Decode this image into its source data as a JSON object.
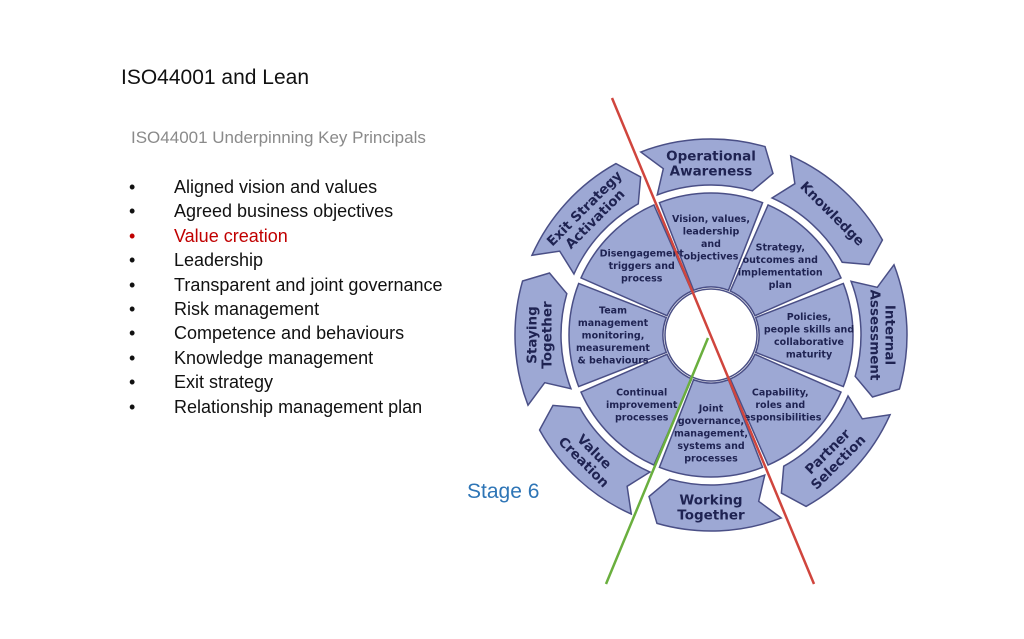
{
  "title": "ISO44001 and Lean",
  "subtitle": "ISO44001 Underpinning Key Principals",
  "bullets": [
    {
      "text": "Aligned vision and values",
      "highlight": false
    },
    {
      "text": "Agreed business objectives",
      "highlight": false
    },
    {
      "text": "Value creation",
      "highlight": true
    },
    {
      "text": "Leadership",
      "highlight": false
    },
    {
      "text": "Transparent and joint governance",
      "highlight": false
    },
    {
      "text": "Risk management",
      "highlight": false
    },
    {
      "text": "Competence and behaviours",
      "highlight": false
    },
    {
      "text": "Knowledge management",
      "highlight": false
    },
    {
      "text": "Exit strategy",
      "highlight": false
    },
    {
      "text": "Relationship management plan",
      "highlight": false
    }
  ],
  "bullet_char": "•",
  "stage_label": "Stage 6",
  "wheel": {
    "outer_stages": [
      {
        "lines": [
          "Operational",
          "Awareness"
        ]
      },
      {
        "lines": [
          "Knowledge"
        ]
      },
      {
        "lines": [
          "Internal",
          "Assessment"
        ]
      },
      {
        "lines": [
          "Partner",
          "Selection"
        ]
      },
      {
        "lines": [
          "Working",
          "Together"
        ]
      },
      {
        "lines": [
          "Value",
          "Creation"
        ]
      },
      {
        "lines": [
          "Staying",
          "Together"
        ]
      },
      {
        "lines": [
          "Exit Strategy",
          "Activation"
        ]
      }
    ],
    "inner_segments": [
      {
        "lines": [
          "Vision, values,",
          "leadership",
          "and",
          "objectives"
        ]
      },
      {
        "lines": [
          "Strategy,",
          "outcomes and",
          "implementation",
          "plan"
        ]
      },
      {
        "lines": [
          "Policies,",
          "people skills and",
          "collaborative",
          "maturity"
        ]
      },
      {
        "lines": [
          "Capability,",
          "roles and",
          "responsibilities"
        ]
      },
      {
        "lines": [
          "Joint",
          "governance,",
          "management,",
          "systems and",
          "processes"
        ]
      },
      {
        "lines": [
          "Continual",
          "improvement",
          "processes"
        ]
      },
      {
        "lines": [
          "Team",
          "management",
          "monitoring,",
          "measurement",
          "& behaviours"
        ]
      },
      {
        "lines": [
          "Disengagement",
          "triggers and",
          "process"
        ]
      }
    ]
  },
  "colors": {
    "wheel_fill": "#9da8d4",
    "wheel_stroke": "#4a4f86",
    "wheel_text": "#1f2352",
    "red_line": "#d0453d",
    "green_line": "#6aaf3e",
    "highlight": "#c00000",
    "stage_text": "#2e75b6"
  }
}
